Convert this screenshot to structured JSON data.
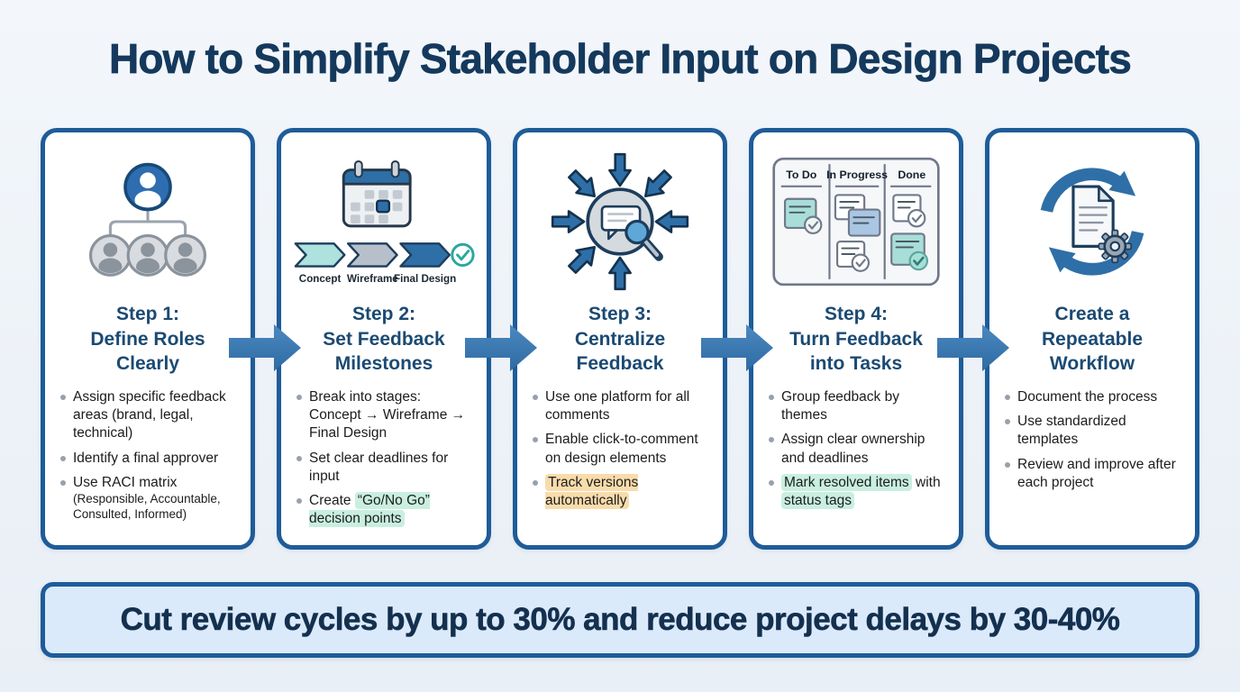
{
  "title": "How to Simplify Stakeholder Input on Design Projects",
  "banner": "Cut review cycles by up to 30% and reduce project delays by 30-40%",
  "colors": {
    "navy_title": "#15395c",
    "card_border": "#1e5c99",
    "step_title": "#1b4a73",
    "arrow_blue": "#3a78b2",
    "mint_highlight": "#c9efe0",
    "peach_highlight": "#f8dcab",
    "banner_bg": "#dbeafa",
    "page_bg": "#eef3f8"
  },
  "cards": [
    {
      "icon": "org-chart-icon",
      "title": [
        "Step 1:",
        "Define Roles",
        "Clearly"
      ],
      "bullets": [
        {
          "segments": [
            {
              "text": "Assign specific feedback areas (brand, legal, technical)"
            }
          ]
        },
        {
          "segments": [
            {
              "text": "Identify a final approver"
            }
          ]
        },
        {
          "segments": [
            {
              "text": "Use RACI matrix"
            }
          ],
          "subtext": "(Responsible, Accountable, Consulted, Informed)"
        }
      ]
    },
    {
      "icon": "calendar-milestones-icon",
      "title": [
        "Step 2:",
        "Set Feedback",
        "Milestones"
      ],
      "milestone_labels": [
        "Concept",
        "Wireframe",
        "Final Design"
      ],
      "bullets": [
        {
          "segments": [
            {
              "text": "Break into stages: Concept → Wireframe → Final Design"
            }
          ]
        },
        {
          "segments": [
            {
              "text": "Set clear deadlines for input"
            }
          ]
        },
        {
          "segments": [
            {
              "text": "Create "
            },
            {
              "text": "“Go/No Go” decision points",
              "highlight": "mint"
            }
          ]
        }
      ]
    },
    {
      "icon": "centralize-feedback-icon",
      "title": [
        "Step 3:",
        "Centralize",
        "Feedback"
      ],
      "bullets": [
        {
          "segments": [
            {
              "text": "Use one platform for all comments"
            }
          ]
        },
        {
          "segments": [
            {
              "text": "Enable click-to-comment on design elements"
            }
          ]
        },
        {
          "segments": [
            {
              "text": "Track versions automatically",
              "highlight": "peach"
            }
          ]
        }
      ]
    },
    {
      "icon": "kanban-board-icon",
      "title": [
        "Step 4:",
        "Turn Feedback",
        "into Tasks"
      ],
      "kanban_columns": [
        "To Do",
        "In Progress",
        "Done"
      ],
      "bullets": [
        {
          "segments": [
            {
              "text": "Group feedback by themes"
            }
          ]
        },
        {
          "segments": [
            {
              "text": "Assign clear ownership and deadlines"
            }
          ]
        },
        {
          "segments": [
            {
              "text": "Mark resolved items",
              "highlight": "mint"
            },
            {
              "text": " with "
            },
            {
              "text": "status tags",
              "highlight": "mint"
            }
          ]
        }
      ]
    },
    {
      "icon": "repeat-workflow-icon",
      "title": [
        "Create a",
        "Repeatable",
        "Workflow"
      ],
      "bullets": [
        {
          "segments": [
            {
              "text": "Document the process"
            }
          ]
        },
        {
          "segments": [
            {
              "text": "Use standardized templates"
            }
          ]
        },
        {
          "segments": [
            {
              "text": "Review and improve after each project"
            }
          ]
        }
      ]
    }
  ]
}
